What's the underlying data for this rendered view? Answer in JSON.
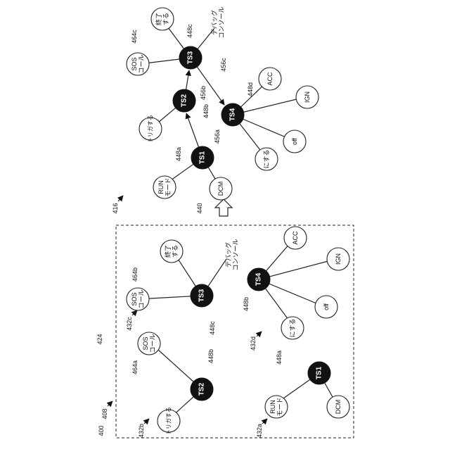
{
  "figure_refs": {
    "r400": "400",
    "r408": "408",
    "r424": "424",
    "r416": "416",
    "r440": "440"
  },
  "left_panel": {
    "groups": {
      "g432a": "432a",
      "g432b": "432b",
      "g432c": "432c",
      "g432d": "432d"
    },
    "nodes": {
      "ts1": "TS1",
      "ts2": "TS2",
      "ts3": "TS3",
      "ts4": "TS4",
      "run": "RUN\nモード",
      "dcm": "DCM",
      "trigger": "トリガする",
      "sos_a": "SOS\nコール",
      "sos_b": "SOS\nコール",
      "end": "終了\nする",
      "debug": "デバッグ\nコンソール",
      "acc": "ACC",
      "ign": "IGN",
      "off": "off",
      "nisuru": "にする"
    },
    "refs": {
      "r448a": "448a",
      "r448b_top": "448b",
      "r448b": "448b",
      "r448c": "448c",
      "r464a": "464a",
      "r464b": "464b"
    }
  },
  "right_panel": {
    "nodes": {
      "ts1": "TS1",
      "ts2": "TS2",
      "ts3": "TS3",
      "ts4": "TS4",
      "run": "RUN\nモード",
      "dcm": "DCM",
      "trigger": "トリガする",
      "sos": "SOS\nコール",
      "end": "終了\nする",
      "debug": "デバッグ\nコンソール",
      "acc": "ACC",
      "ign": "IGN",
      "off": "off",
      "nisuru": "にする"
    },
    "refs": {
      "r448a": "448a",
      "r448b": "448b",
      "r448c": "448c",
      "r448d": "448d",
      "r456a": "456a",
      "r456b": "456b",
      "r456c": "456c",
      "r464c": "464c"
    }
  }
}
